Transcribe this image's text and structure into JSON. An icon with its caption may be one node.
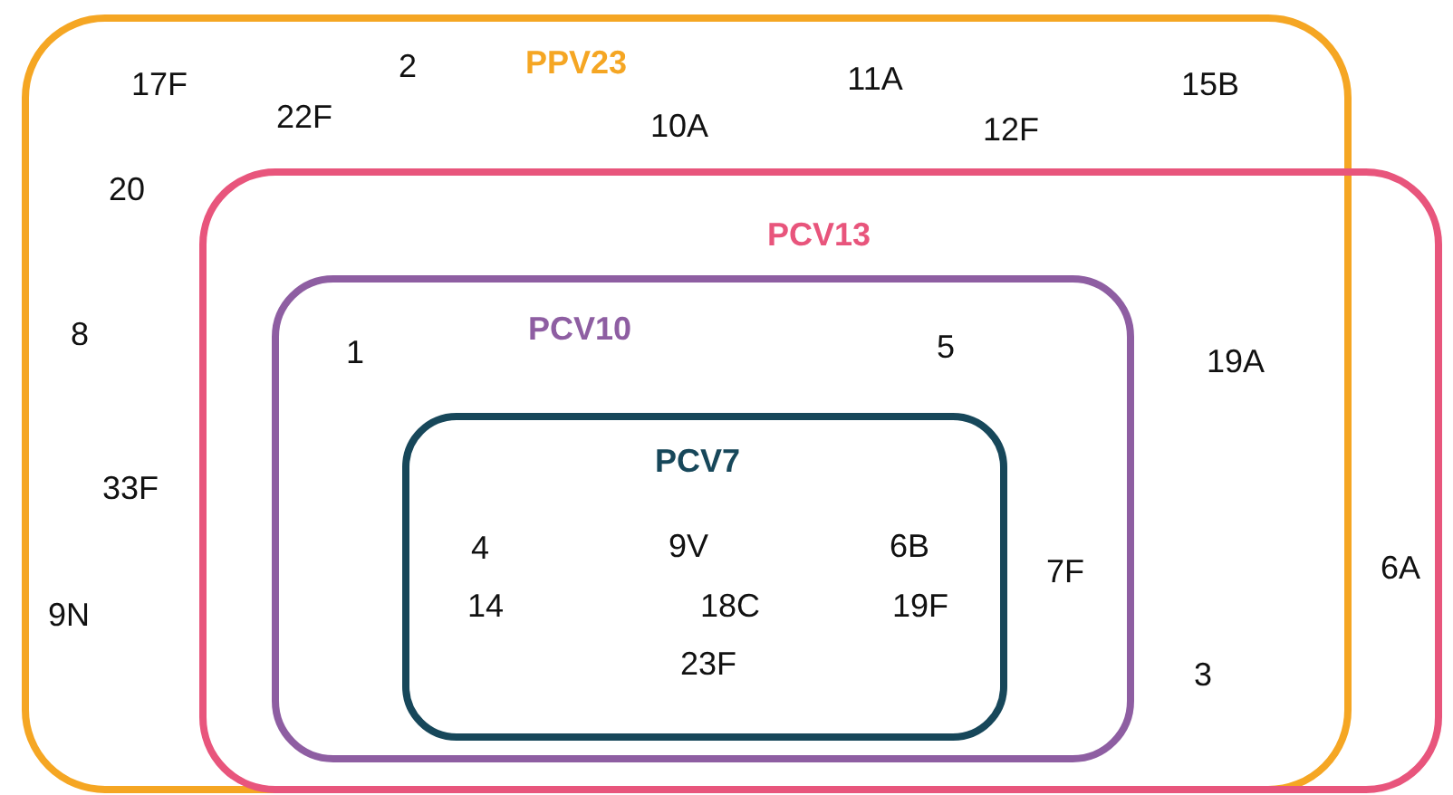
{
  "diagram": {
    "nodes": [
      {
        "text": [
          "PPV23"
        ]
      },
      {
        "text": [
          "PCV13"
        ]
      },
      {
        "text": [
          "PCV10"
        ],
        "in": 1
      },
      {
        "text": [
          "PCV7"
        ],
        "in": 2
      },
      {
        "text": [
          "17F"
        ],
        "in": 0
      },
      {
        "text": [
          "2"
        ],
        "in": 0
      },
      {
        "text": [
          "11A"
        ],
        "in": 0
      },
      {
        "text": [
          "15B"
        ],
        "in": 0
      },
      {
        "text": [
          "22F"
        ],
        "in": 0
      },
      {
        "text": [
          "10A"
        ],
        "in": 0
      },
      {
        "text": [
          "12F"
        ],
        "in": 0
      },
      {
        "text": [
          "20"
        ],
        "in": 0
      },
      {
        "text": [
          "8"
        ],
        "in": 0
      },
      {
        "text": [
          "1"
        ],
        "in": 2
      },
      {
        "text": [
          "5"
        ],
        "in": 2
      },
      {
        "text": [
          "19A"
        ],
        "in": 1
      },
      {
        "text": [
          "33F"
        ],
        "in": 0
      },
      {
        "text": [
          "4"
        ],
        "in": 3
      },
      {
        "text": [
          "9V"
        ],
        "in": 3
      },
      {
        "text": [
          "6B"
        ],
        "in": 3
      },
      {
        "text": [
          "7F"
        ],
        "in": 2
      },
      {
        "text": [
          "6A"
        ],
        "in": 1
      },
      {
        "text": [
          "9N"
        ],
        "in": 0
      },
      {
        "text": [
          "14"
        ],
        "in": 3
      },
      {
        "text": [
          "18C"
        ],
        "in": 3
      },
      {
        "text": [
          "19F"
        ],
        "in": 3
      },
      {
        "text": [
          "3"
        ],
        "in": 1
      },
      {
        "text": [
          "23F"
        ],
        "in": 3
      }
    ],
    "edges": []
  }
}
